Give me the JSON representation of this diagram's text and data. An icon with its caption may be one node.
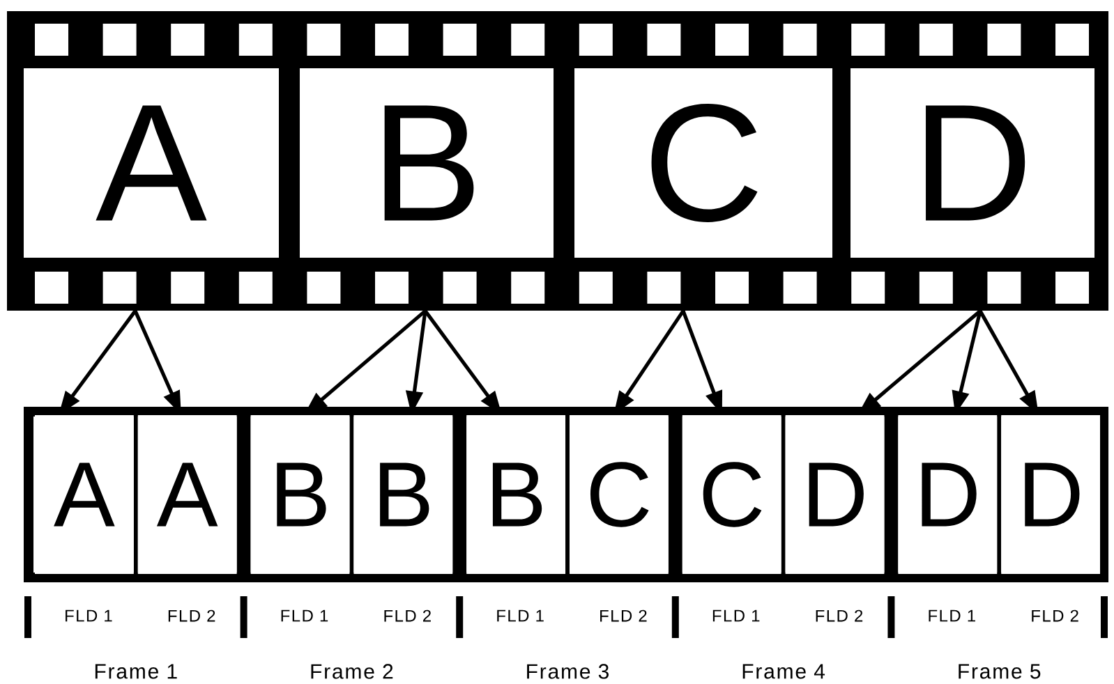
{
  "diagram": {
    "nodes": [
      {
        "text": [
          "A"
        ]
      },
      {
        "text": [
          "B"
        ]
      },
      {
        "text": [
          "C"
        ]
      },
      {
        "text": [
          "D"
        ]
      },
      {
        "text": [
          "A"
        ],
        "beside": [
          "FLD 1"
        ]
      },
      {
        "text": [
          "A"
        ],
        "beside": [
          "FLD 2"
        ]
      },
      {
        "text": [
          "B"
        ],
        "beside": [
          "FLD 1"
        ]
      },
      {
        "text": [
          "B"
        ],
        "beside": [
          "FLD 2"
        ]
      },
      {
        "text": [
          "B"
        ],
        "beside": [
          "FLD 1"
        ]
      },
      {
        "text": [
          "C"
        ],
        "beside": [
          "FLD 2"
        ]
      },
      {
        "text": [
          "C"
        ],
        "beside": [
          "FLD 1"
        ]
      },
      {
        "text": [
          "D"
        ],
        "beside": [
          "FLD 2"
        ]
      },
      {
        "text": [
          "D"
        ],
        "beside": [
          "FLD 1"
        ]
      },
      {
        "text": [
          "D"
        ],
        "beside": [
          "FLD 2"
        ]
      }
    ],
    "edges": [
      {
        "from": 0,
        "to": 4,
        "arrow": "to"
      },
      {
        "from": 0,
        "to": 5,
        "arrow": "to"
      },
      {
        "from": 1,
        "to": 6,
        "arrow": "to"
      },
      {
        "from": 1,
        "to": 7,
        "arrow": "to"
      },
      {
        "from": 1,
        "to": 8,
        "arrow": "to"
      },
      {
        "from": 2,
        "to": 9,
        "arrow": "to"
      },
      {
        "from": 2,
        "to": 10,
        "arrow": "to"
      },
      {
        "from": 3,
        "to": 11,
        "arrow": "to"
      },
      {
        "from": 3,
        "to": 12,
        "arrow": "to"
      },
      {
        "from": 3,
        "to": 13,
        "arrow": "to"
      }
    ],
    "labels": [
      "Frame 1",
      "Frame 2",
      "Frame 3",
      "Frame 4",
      "Frame 5"
    ]
  }
}
